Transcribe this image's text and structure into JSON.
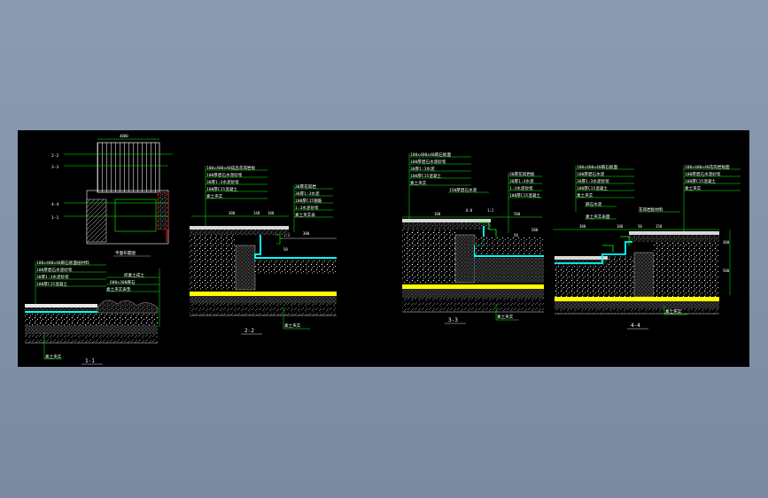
{
  "colors": {
    "desktop": "#8494aa",
    "canvas": "#000000",
    "leader": "#00ff00",
    "water": "#00ffff",
    "gravel": "#ffffff",
    "soil": "#c8c8c8",
    "layer_yellow": "#ffff00",
    "marker_red": "#ff0000",
    "outline": "#e0e0e0"
  },
  "plan": {
    "markers": [
      "2-2",
      "3-3",
      "4-4",
      "1-1"
    ],
    "dimension_top": "4000",
    "caption": "平面布置图"
  },
  "section_1": {
    "caption": "1-1",
    "callouts": [
      "100x400x40麻石板面层材料",
      "100厚碧石水泥砂浆",
      "30厚1:3水泥砂浆",
      "100厚C15混凝土"
    ],
    "callouts_right": [
      "织素土成土",
      "600x300麻石",
      "素土夹实表垫"
    ],
    "bottom_note": "素土夹实"
  },
  "section_2": {
    "caption": "2-2",
    "callouts_left": [
      "100x400x40成品花岗岩板",
      "100厚碧石水泥砂浆",
      "30厚1:3水泥砂浆",
      "100厚C15混凝土",
      "素土夹实"
    ],
    "callouts_right": [
      "30厚花岗岩",
      "30厚1:3水泥",
      "100厚C15钢筋",
      "1:3水泥砂浆",
      "素土夹实表"
    ],
    "dimensions": [
      "300",
      "140",
      "100",
      "1:2",
      "50",
      "300"
    ],
    "bottom_note": "素土夹实"
  },
  "section_3": {
    "caption": "3-3",
    "callouts_top": [
      "100x400x40麻石板面",
      "100厚碧石水泥砂浆",
      "30厚1:3水泥",
      "100厚C15混凝土",
      "素土夹实",
      "150厚碧石水泥"
    ],
    "callouts_right": [
      "30厚花岗岩板",
      "30厚1:3水泥",
      "1:3水泥砂浆",
      "100厚C15混凝土"
    ],
    "dimensions": [
      "100",
      "6:8",
      "1:2",
      "500",
      "50",
      "10",
      "500"
    ],
    "bottom_note": "素土夹实"
  },
  "section_4": {
    "caption": "4-4",
    "callouts_left": [
      "100x400x40麻石板面",
      "100厚碧石水泥",
      "30厚1:3水泥砂浆",
      "100厚C15混凝土",
      "素土夹实"
    ],
    "callouts_mid": [
      "麻石水泥",
      "花岗岩板材料",
      "素土夹实表面"
    ],
    "callouts_right": [
      "100x400x40花岗岩板面",
      "100厚碧石水泥砂浆",
      "100厚C15混凝土",
      "素土夹实"
    ],
    "dimensions": [
      "300",
      "100",
      "50",
      "150",
      "300",
      "500"
    ],
    "bottom_note": "素土夹实"
  }
}
